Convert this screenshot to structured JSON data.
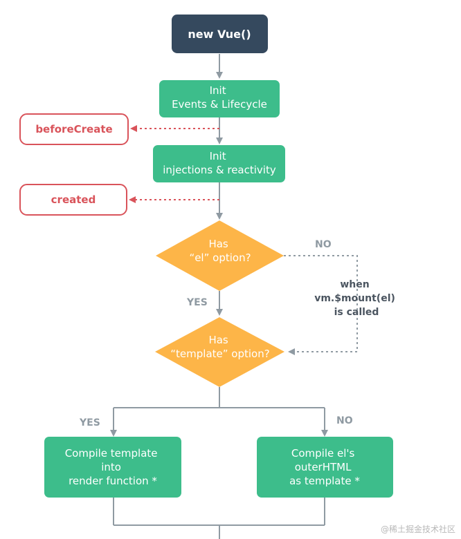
{
  "start": "new Vue()",
  "steps": {
    "init_events": [
      "Init",
      "Events & Lifecycle"
    ],
    "init_injections": [
      "Init",
      "injections & reactivity"
    ],
    "compile_template": [
      "Compile template",
      "into",
      "render function *"
    ],
    "compile_el": [
      "Compile el's",
      "outerHTML",
      "as template *"
    ]
  },
  "hooks": {
    "before_create": "beforeCreate",
    "created": "created"
  },
  "decisions": {
    "has_el": [
      "Has",
      "“el” option?"
    ],
    "has_template": [
      "Has",
      "“template” option?"
    ]
  },
  "labels": {
    "yes_el": "YES",
    "no_el": "NO",
    "yes_template": "YES",
    "no_template": "NO"
  },
  "note": [
    "when",
    "vm.$mount(el)",
    "is called"
  ],
  "watermark": "@稀土掘金技术社区",
  "colors": {
    "dark": "#35495e",
    "green": "#3dbd8b",
    "orange": "#fdb548",
    "hook": "#d9535a",
    "line": "#8f9aa2"
  }
}
